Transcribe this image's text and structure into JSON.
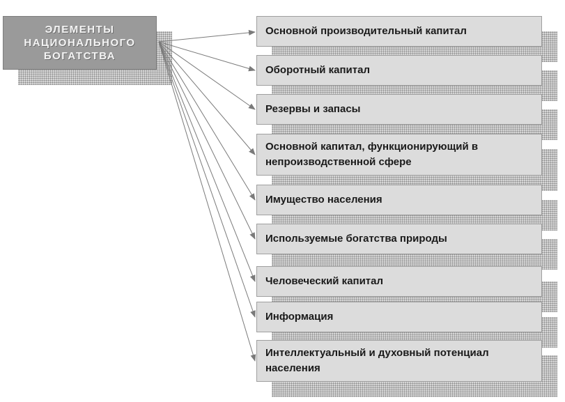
{
  "root": {
    "title": "ЭЛЕМЕНТЫ\nНАЦИОНАЛЬНОГО\nБОГАТСТВА"
  },
  "items": [
    {
      "label": "Основной производительный капитал"
    },
    {
      "label": "Оборотный капитал"
    },
    {
      "label": "Резервы и запасы"
    },
    {
      "label": "Основной капитал, функционирующий в непроизводственной сфере"
    },
    {
      "label": "Имущество населения"
    },
    {
      "label": "Используемые богатства природы"
    },
    {
      "label": "Человеческий капитал"
    },
    {
      "label": "Информация"
    },
    {
      "label": "Интеллектуальный и духовный потенциал населения"
    }
  ],
  "colors": {
    "root_fill": "#9a9a9a",
    "item_fill": "#dcdcdc",
    "connector": "#7a7a7a"
  }
}
